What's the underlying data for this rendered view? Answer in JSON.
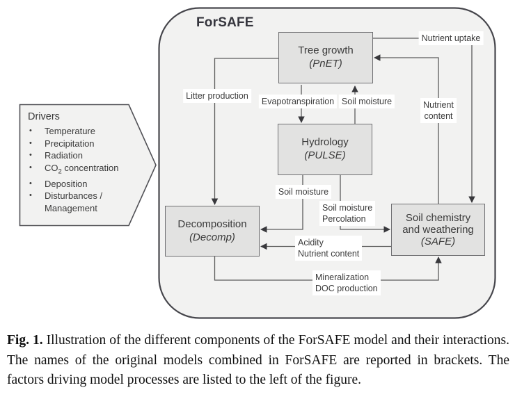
{
  "figure": {
    "container_title": "ForSAFE",
    "boxes": {
      "tree_growth": {
        "title": "Tree growth",
        "model": "(PnET)"
      },
      "hydrology": {
        "title": "Hydrology",
        "model": "(PULSE)"
      },
      "decomposition": {
        "title": "Decomposition",
        "model": "(Decomp)"
      },
      "soil_chemistry": {
        "title_line1": "Soil chemistry",
        "title_line2": "and weathering",
        "model": "(SAFE)"
      }
    },
    "labels": {
      "nutrient_uptake": "Nutrient uptake",
      "litter_production": "Litter production",
      "evapotranspiration": "Evapotranspiration",
      "soil_moisture_tree": "Soil moisture",
      "nutrient_content": {
        "line1": "Nutrient",
        "line2": "content"
      },
      "soil_moisture_decomp": "Soil moisture",
      "soil_moisture_percolation": {
        "line1": "Soil moisture",
        "line2": "Percolation"
      },
      "acidity_nutrient": {
        "line1": "Acidity",
        "line2": "Nutrient content"
      },
      "mineralization_doc": {
        "line1": "Mineralization",
        "line2": "DOC production"
      }
    }
  },
  "drivers": {
    "title": "Drivers",
    "bullet": "•",
    "items_before_co2": [
      "Temperature",
      "Precipitation",
      "Radiation"
    ],
    "co2": {
      "pre": "CO",
      "sub": "2",
      "post": " concentration"
    },
    "items_after_co2": [
      "Deposition",
      "Disturbances / Management"
    ]
  },
  "caption": {
    "label": "Fig. 1.",
    "text": " Illustration of the different components of the ForSAFE model and their interactions. The names of the original models combined in ForSAFE are reported in brackets. The factors driving model processes are listed to the left of the figure."
  },
  "colors": {
    "container_fill": "#f2f2f1",
    "container_border": "#46464c",
    "box_fill": "#e2e2e1",
    "box_border": "#6f6f72",
    "arrow_line": "#5c5c5c",
    "arrow_head": "#38383c",
    "diagram_text": "#3a3a3a",
    "caption_text": "#101010"
  }
}
